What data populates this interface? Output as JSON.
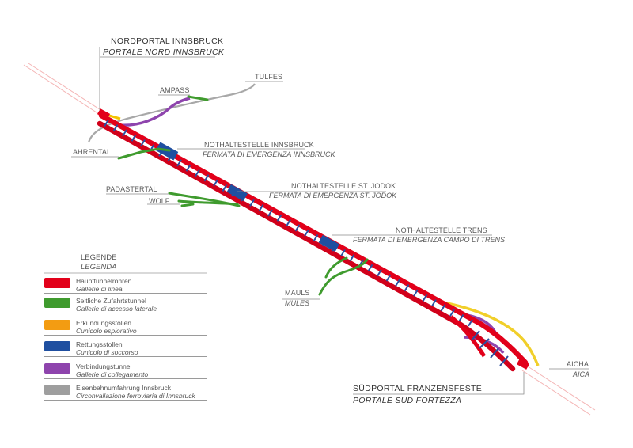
{
  "portals": {
    "north_de": "NORDPORTAL INNSBRUCK",
    "north_it": "PORTALE NORD INNSBRUCK",
    "south_de": "SÜDPORTAL FRANZENSFESTE",
    "south_it": "PORTALE SUD FORTEZZA"
  },
  "stations": [
    {
      "de": "NOTHALTESTELLE INNSBRUCK",
      "it": "FERMATA DI EMERGENZA INNSBRUCK"
    },
    {
      "de": "NOTHALTESTELLE ST. JODOK",
      "it": "FERMATA DI EMERGENZA ST. JODOK"
    },
    {
      "de": "NOTHALTESTELLE TRENS",
      "it": "FERMATA DI EMERGENZA CAMPO DI TRENS"
    }
  ],
  "places": {
    "tulfes": "TULFES",
    "ampass": "AMPASS",
    "ahrental": "AHRENTAL",
    "padastertal": "PADASTERTAL",
    "wolf": "WOLF",
    "mauls_de": "MAULS",
    "mauls_it": "MULES",
    "aicha_de": "AICHA",
    "aicha_it": "AICA"
  },
  "legend": {
    "title_de": "LEGENDE",
    "title_it": "LEGENDA",
    "items": [
      {
        "de": "Haupttunnelröhren",
        "it": "Gallerie di linea",
        "color": "#e2001a"
      },
      {
        "de": "Seitliche Zufahrtstunnel",
        "it": "Gallerie di accesso laterale",
        "color": "#3f9b2e"
      },
      {
        "de": "Erkundungsstollen",
        "it": "Cunicolo esplorativo",
        "color": "#f39c12"
      },
      {
        "de": "Rettungsstollen",
        "it": "Cunicolo di soccorso",
        "color": "#1f4fa0"
      },
      {
        "de": "Verbindungstunnel",
        "it": "Gallerie di collegamento",
        "color": "#8e44ad"
      },
      {
        "de": "Eisenbahnumfahrung Innsbruck",
        "it": "Circonvallazione ferroviaria di Innsbruck",
        "color": "#9e9e9e"
      }
    ]
  },
  "colors": {
    "main_tunnel": "#e2001a",
    "access_tunnel": "#3f9b2e",
    "exploratory": "#f39c12",
    "rescue": "#1f4fa0",
    "connecting": "#8e44ad",
    "bypass": "#9e9e9e",
    "approach_rail": "#f0a0a0",
    "leader_line": "#8a8a8a"
  }
}
